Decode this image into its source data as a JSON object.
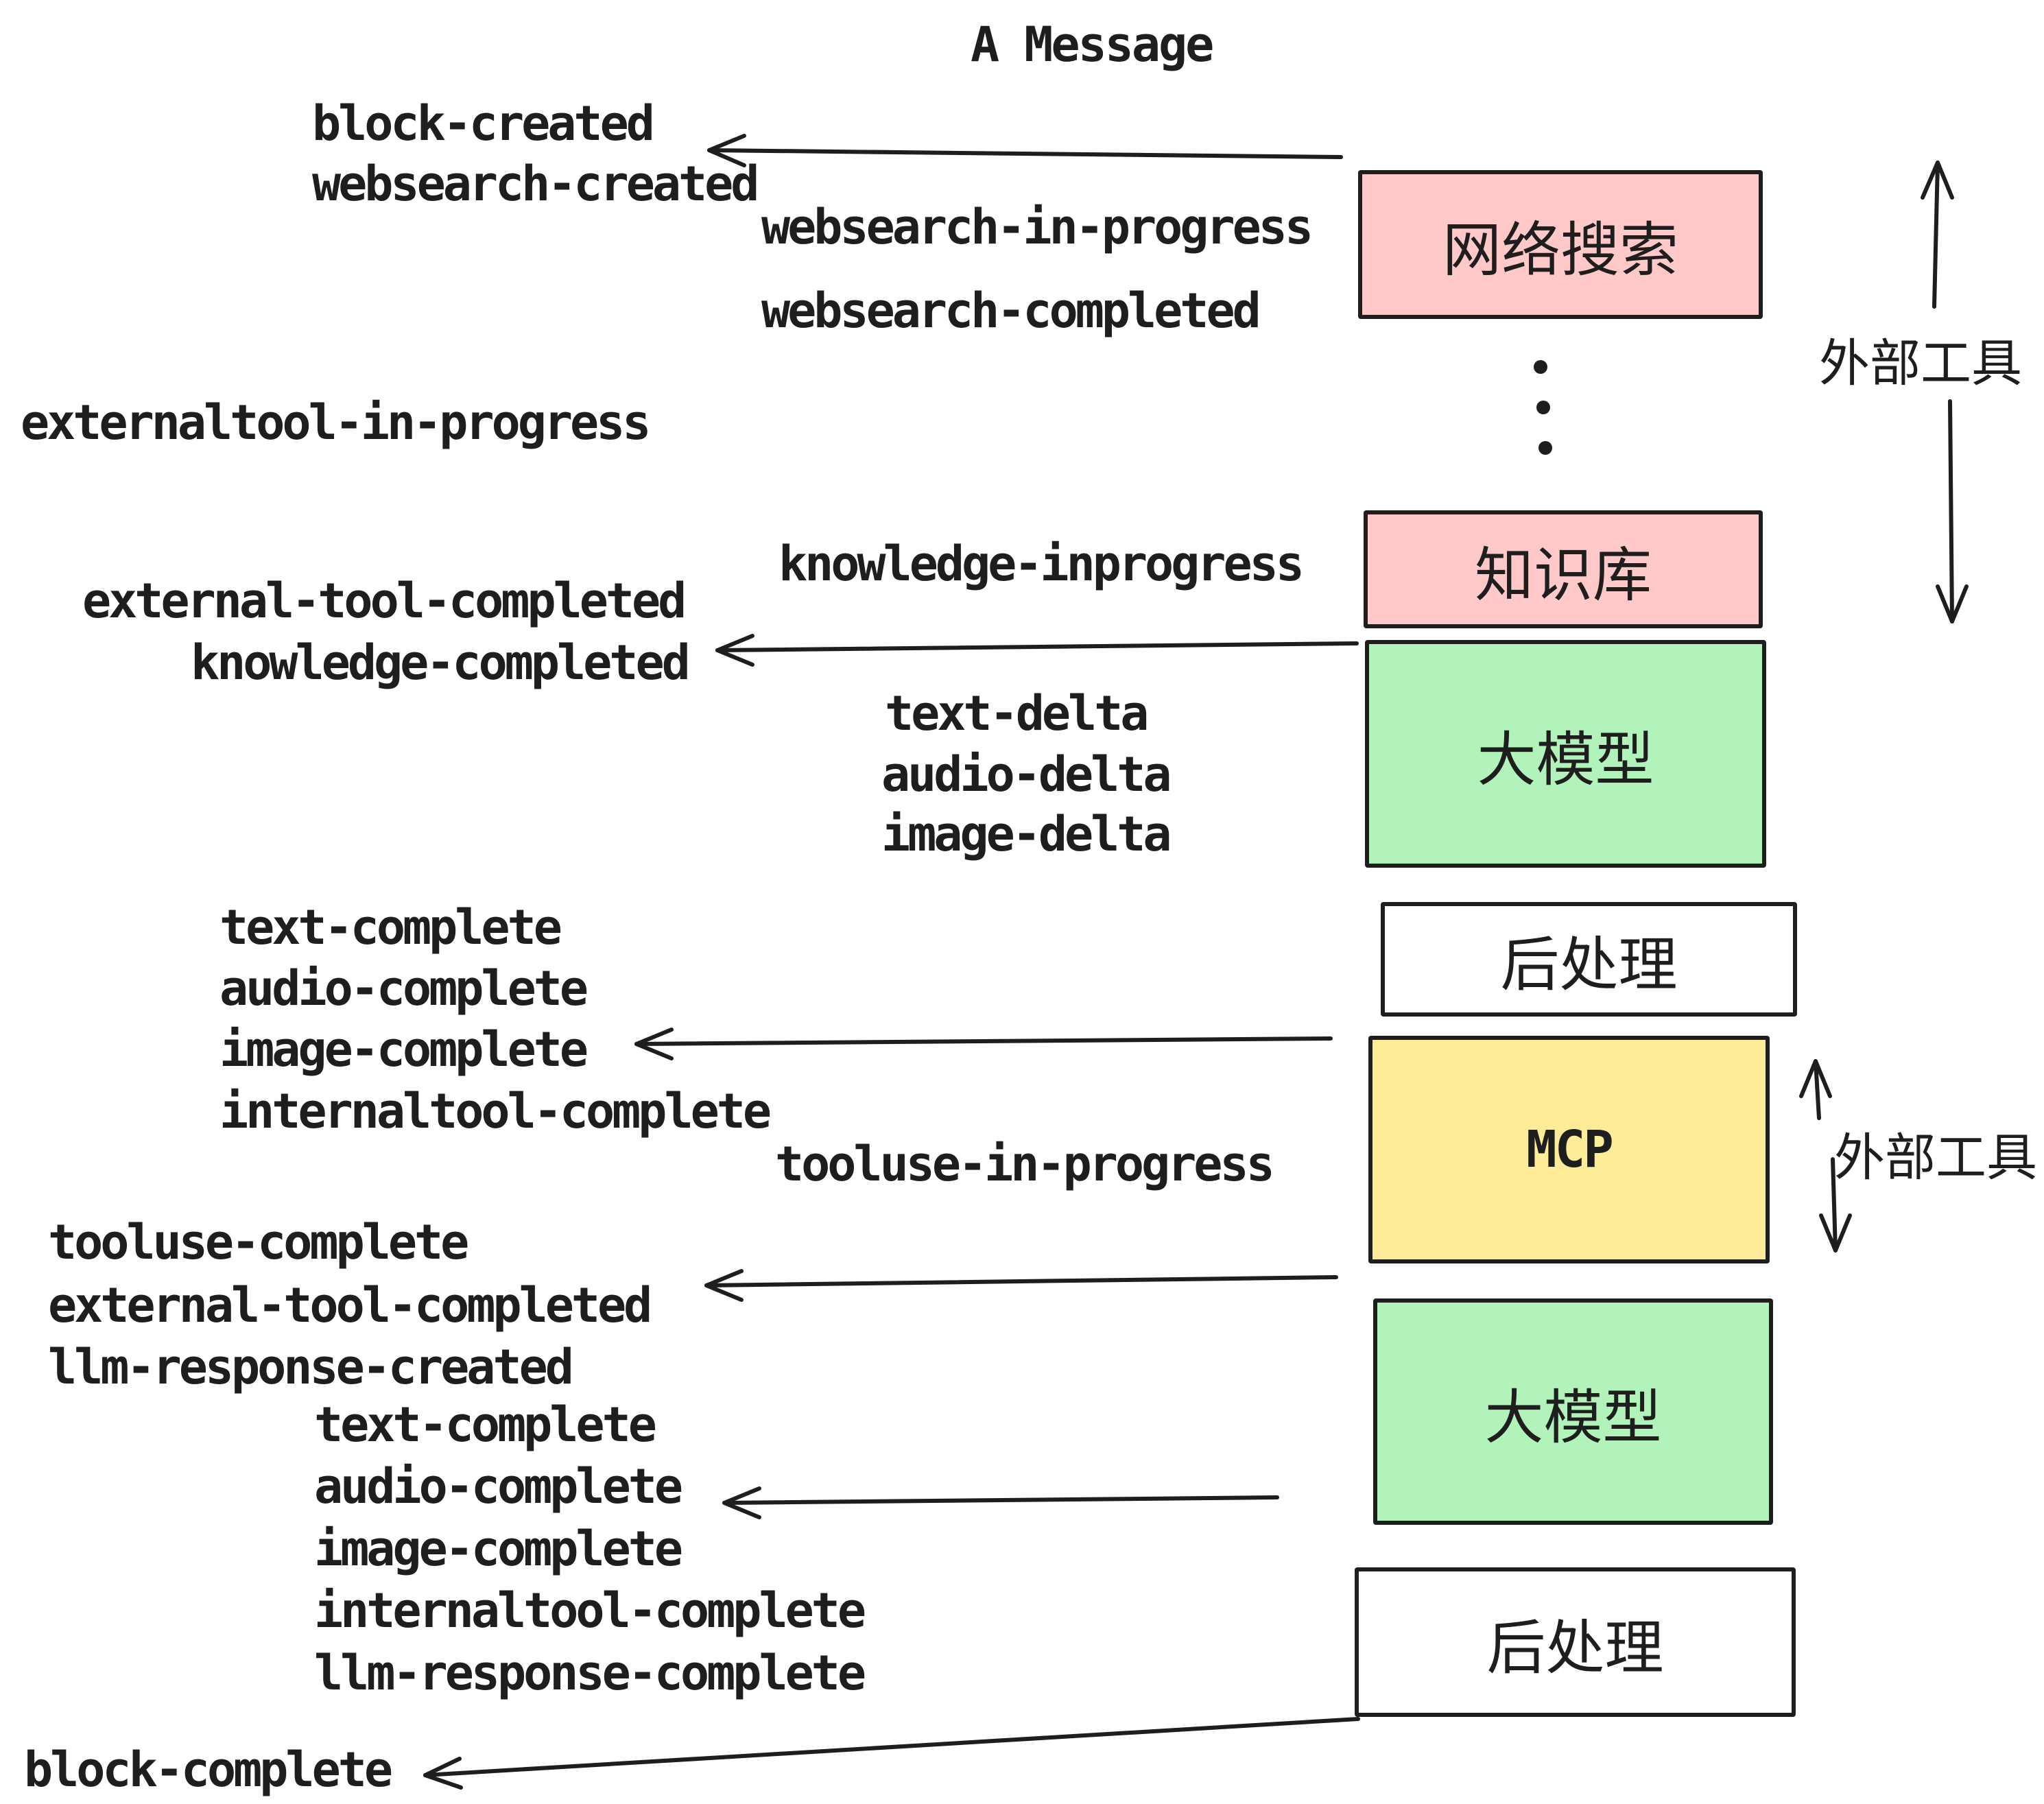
{
  "title": "A Message",
  "colors": {
    "ink": "#1e1e1e",
    "box_pink": "#FFC9C9",
    "box_green": "#B2F2BB",
    "box_yellow": "#FFEC99",
    "box_white": "#FFFFFF",
    "background": "#FFFFFF"
  },
  "events": [
    {
      "id": "block-created",
      "text": "block-created"
    },
    {
      "id": "websearch-created",
      "text": "websearch-created"
    },
    {
      "id": "websearch-in-progress",
      "text": "websearch-in-progress"
    },
    {
      "id": "websearch-completed",
      "text": "websearch-completed"
    },
    {
      "id": "externaltool-in-progress",
      "text": "externaltool-in-progress"
    },
    {
      "id": "knowledge-inprogress",
      "text": "knowledge-inprogress"
    },
    {
      "id": "external-tool-completed",
      "text": "external-tool-completed"
    },
    {
      "id": "knowledge-completed",
      "text": "knowledge-completed"
    },
    {
      "id": "text-delta-1",
      "text": "text-delta"
    },
    {
      "id": "audio-delta-1",
      "text": "audio-delta"
    },
    {
      "id": "image-delta-1",
      "text": "image-delta"
    },
    {
      "id": "text-complete-1",
      "text": "text-complete"
    },
    {
      "id": "audio-complete-1",
      "text": "audio-complete"
    },
    {
      "id": "image-complete-1",
      "text": "image-complete"
    },
    {
      "id": "internaltool-complete-1",
      "text": "internaltool-complete"
    },
    {
      "id": "tooluse-in-progress",
      "text": "tooluse-in-progress"
    },
    {
      "id": "tooluse-complete",
      "text": "tooluse-complete"
    },
    {
      "id": "external-tool-completed-2",
      "text": "external-tool-completed"
    },
    {
      "id": "llm-response-created",
      "text": "llm-response-created"
    },
    {
      "id": "text-complete-2",
      "text": "text-complete"
    },
    {
      "id": "audio-complete-2",
      "text": "audio-complete"
    },
    {
      "id": "image-complete-2",
      "text": "image-complete"
    },
    {
      "id": "internaltool-complete-2",
      "text": "internaltool-complete"
    },
    {
      "id": "llm-response-complete",
      "text": "llm-response-complete"
    },
    {
      "id": "block-complete",
      "text": "block-complete"
    }
  ],
  "boxes": [
    {
      "id": "web-search",
      "label": "网络搜索",
      "color": "#FFC9C9"
    },
    {
      "id": "knowledge-base",
      "label": "知识库",
      "color": "#FFC9C9"
    },
    {
      "id": "llm-1",
      "label": "大模型",
      "color": "#B2F2BB"
    },
    {
      "id": "post-process-1",
      "label": "后处理",
      "color": "#FFFFFF"
    },
    {
      "id": "mcp",
      "label": "MCP",
      "color": "#FFEC99"
    },
    {
      "id": "llm-2",
      "label": "大模型",
      "color": "#B2F2BB"
    },
    {
      "id": "post-process-2",
      "label": "后处理",
      "color": "#FFFFFF"
    }
  ],
  "side_labels": [
    {
      "id": "external-tools-1",
      "text": "外部工具"
    },
    {
      "id": "external-tools-2",
      "text": "外部工具"
    }
  ],
  "edges": [
    {
      "from": "web-search",
      "to": "block-created / websearch-created",
      "type": "arrow-left"
    },
    {
      "from": "llm-1",
      "to": "knowledge-completed",
      "type": "arrow-left"
    },
    {
      "from": "mcp",
      "to": "image-complete",
      "type": "arrow-left"
    },
    {
      "from": "llm-2",
      "to": "external-tool-completed",
      "type": "arrow-left"
    },
    {
      "from": "llm-2",
      "to": "audio-complete",
      "type": "arrow-left"
    },
    {
      "from": "post-process-2",
      "to": "block-complete",
      "type": "arrow-left-diagonal"
    },
    {
      "from": "web-search / knowledge-base section",
      "to": "外部工具",
      "type": "vertical-double-arrow"
    },
    {
      "from": "mcp",
      "to": "外部工具",
      "type": "vertical-double-arrow"
    }
  ],
  "ellipsis_dots": 3
}
